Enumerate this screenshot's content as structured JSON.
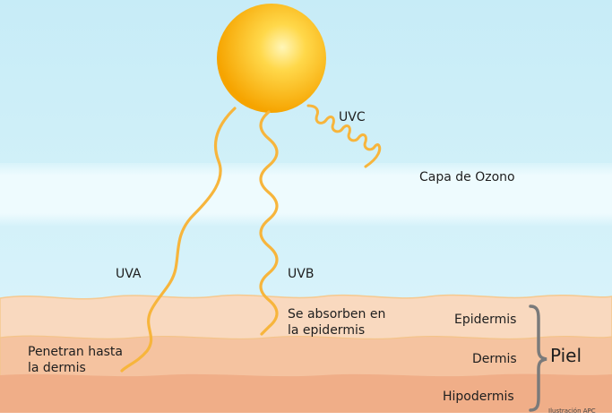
{
  "labels": {
    "uvc": "UVC",
    "ozone": "Capa de Ozono",
    "uva": "UVA",
    "uvb": "UVB",
    "absorb_line1": "Se absorben en",
    "absorb_line2": "la epidermis",
    "penetrate_line1": "Penetran hasta",
    "penetrate_line2": "la dermis",
    "epidermis": "Epidermis",
    "dermis": "Dermis",
    "hipodermis": "Hipodermis",
    "piel": "Piel",
    "credit": "Ilustración APC"
  },
  "colors": {
    "sky": "#cdeff8",
    "ozone_band": "#e6f8fd",
    "sun_core": "#fff3a0",
    "sun_edge": "#f5a300",
    "ray": "#f7b53c",
    "epidermis": "#f8d5b9",
    "dermis": "#f4be9a",
    "hypodermis": "#efaa82",
    "brace": "#7a7a7a"
  }
}
